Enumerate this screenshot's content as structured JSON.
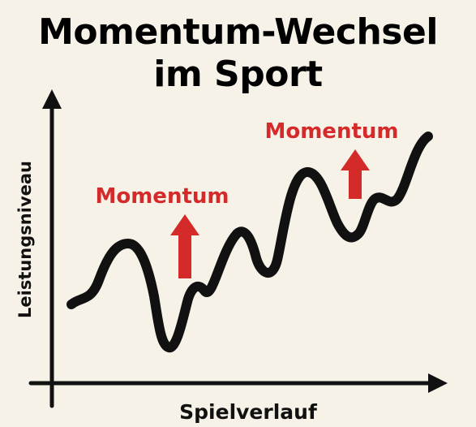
{
  "title": {
    "line1": "Momentum-Wechsel",
    "line2": "im Sport"
  },
  "axes": {
    "x_label": "Spielverlauf",
    "y_label": "Leistungsniveau"
  },
  "annotations": [
    {
      "label": "Momentum"
    },
    {
      "label": "Momentum"
    }
  ],
  "colors": {
    "background": "#f7f2e8",
    "ink": "#111111",
    "accent": "#d42a2a"
  }
}
